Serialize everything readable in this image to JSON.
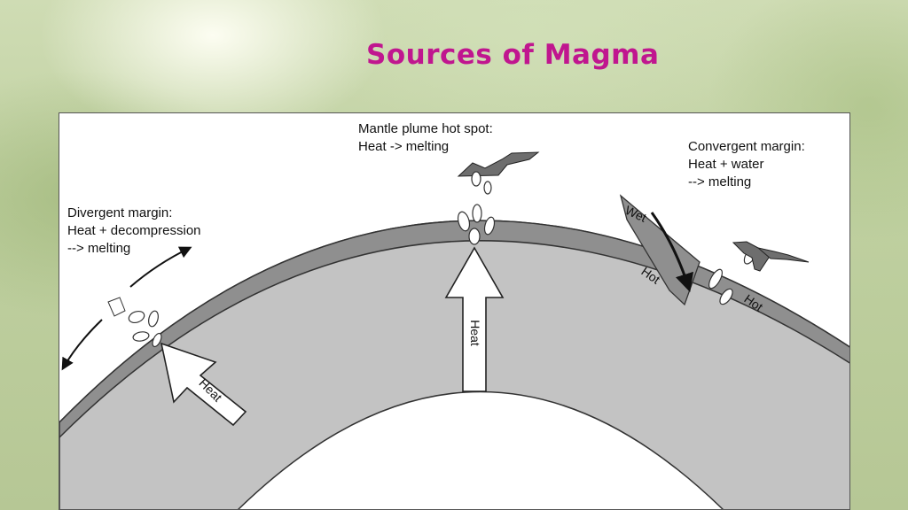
{
  "title": "Sources of Magma",
  "labels": {
    "mantle_plume": [
      "Mantle plume hot spot:",
      "Heat -> melting"
    ],
    "convergent": [
      "Convergent margin:",
      "Heat + water",
      "--> melting"
    ],
    "divergent": [
      "Divergent margin:",
      "Heat + decompression",
      "--> melting"
    ],
    "heat_center": "Heat",
    "heat_left": "Heat",
    "wet": "Wet",
    "hot_1": "Hot",
    "hot_2": "Hot"
  },
  "colors": {
    "title": "#c0168f",
    "mantle": "#c3c3c3",
    "crust": "#8f8f8f",
    "core": "#ffffff"
  }
}
